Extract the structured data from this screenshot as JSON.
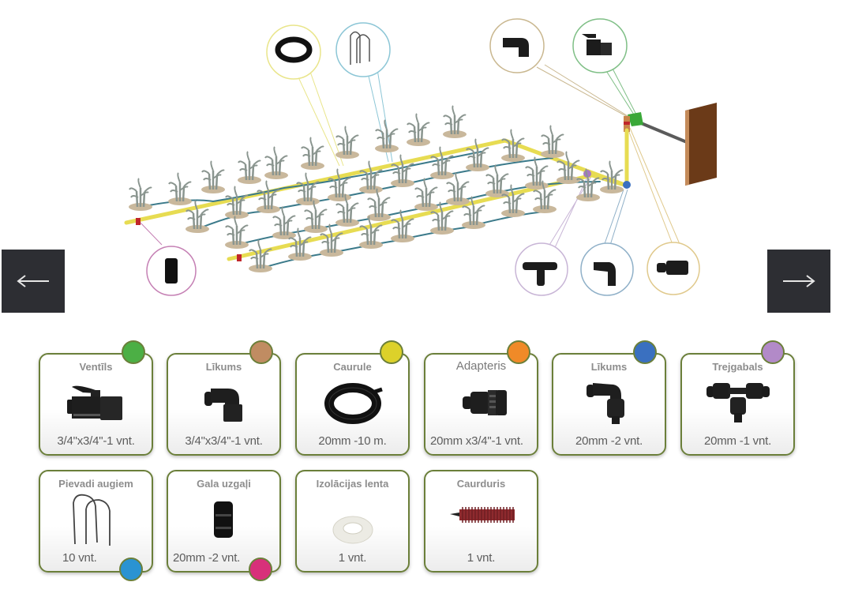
{
  "navigation": {
    "prev_label": "←",
    "next_label": "→"
  },
  "diagram": {
    "description": "Drip irrigation kit layout: water tap on a wooden post connected via valve and adapter to a yellow 20mm main pipe feeding two lateral lines through plant rows, with callouts showing each component",
    "callouts": [
      {
        "part": "pipe-coil",
        "color": "#e9e58a"
      },
      {
        "part": "plant-stakes",
        "color": "#8cc6d6"
      },
      {
        "part": "elbow-3-4",
        "color": "#c9b78f"
      },
      {
        "part": "valve",
        "color": "#7fbf86"
      },
      {
        "part": "end-cap",
        "color": "#c580b4"
      },
      {
        "part": "tee",
        "color": "#c8b5d6"
      },
      {
        "part": "elbow-20mm",
        "color": "#8fb0c8"
      },
      {
        "part": "adapter",
        "color": "#e0c98c"
      }
    ]
  },
  "parts": [
    {
      "name": "Ventīls",
      "qty": "3/4\"x3/4\"-1 vnt.",
      "color": "#4caf45",
      "icon": "valve-icon"
    },
    {
      "name": "Līkums",
      "qty": "3/4\"x3/4\"-1 vnt.",
      "color": "#c08c62",
      "icon": "elbow-icon"
    },
    {
      "name": "Caurule",
      "qty": "20mm -10 m.",
      "color": "#dcd12a",
      "icon": "pipe-coil-icon"
    },
    {
      "name": "Adapteris",
      "qty": "20mm x3/4\"-1 vnt.",
      "color": "#f08a28",
      "icon": "adapter-icon"
    },
    {
      "name": "Līkums",
      "qty": "20mm -2 vnt.",
      "color": "#3a70c0",
      "icon": "elbow-icon"
    },
    {
      "name": "Trejgabals",
      "qty": "20mm -1 vnt.",
      "color": "#b28ac8",
      "icon": "tee-icon"
    },
    {
      "name": "Pievadi augiem",
      "qty": "10 vnt.",
      "color": "#2a93d2",
      "icon": "plant-stake-icon"
    },
    {
      "name": "Gala uzgaļi",
      "qty": "20mm -2 vnt.",
      "color": "#d8307a",
      "icon": "end-cap-icon"
    },
    {
      "name": "Izolācijas lenta",
      "qty": "1 vnt.",
      "color": null,
      "icon": "tape-roll-icon"
    },
    {
      "name": "Caurduris",
      "qty": "1 vnt.",
      "color": null,
      "icon": "hole-punch-icon"
    }
  ]
}
